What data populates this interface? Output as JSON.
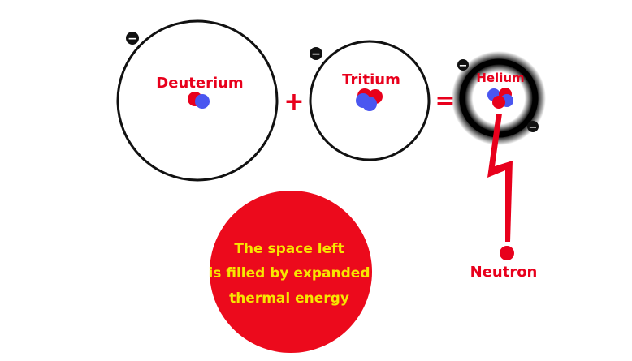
{
  "atoms": {
    "deuterium": {
      "label": "Deuterium",
      "electron": "−"
    },
    "tritium": {
      "label": "Tritium",
      "electron": "−"
    },
    "helium": {
      "label": "Helium",
      "electrons": [
        "−",
        "−"
      ]
    }
  },
  "operators": {
    "plus": "+",
    "equals": "="
  },
  "neutron": {
    "label": "Neutron"
  },
  "energy_circle": {
    "lines": [
      "The space left",
      "is filled by expanded",
      "thermal energy"
    ]
  },
  "colors": {
    "label_red": "#e8001c",
    "proton": "#e8001c",
    "neutron_particle": "#4a56f0",
    "orbit": "#111111",
    "energy_fill": "#ec0a1c",
    "energy_text": "#f7e600",
    "operator": "#e8001c"
  },
  "icons": {
    "electron": "minus-circle-icon",
    "decay_path": "lightning-bolt-icon"
  }
}
